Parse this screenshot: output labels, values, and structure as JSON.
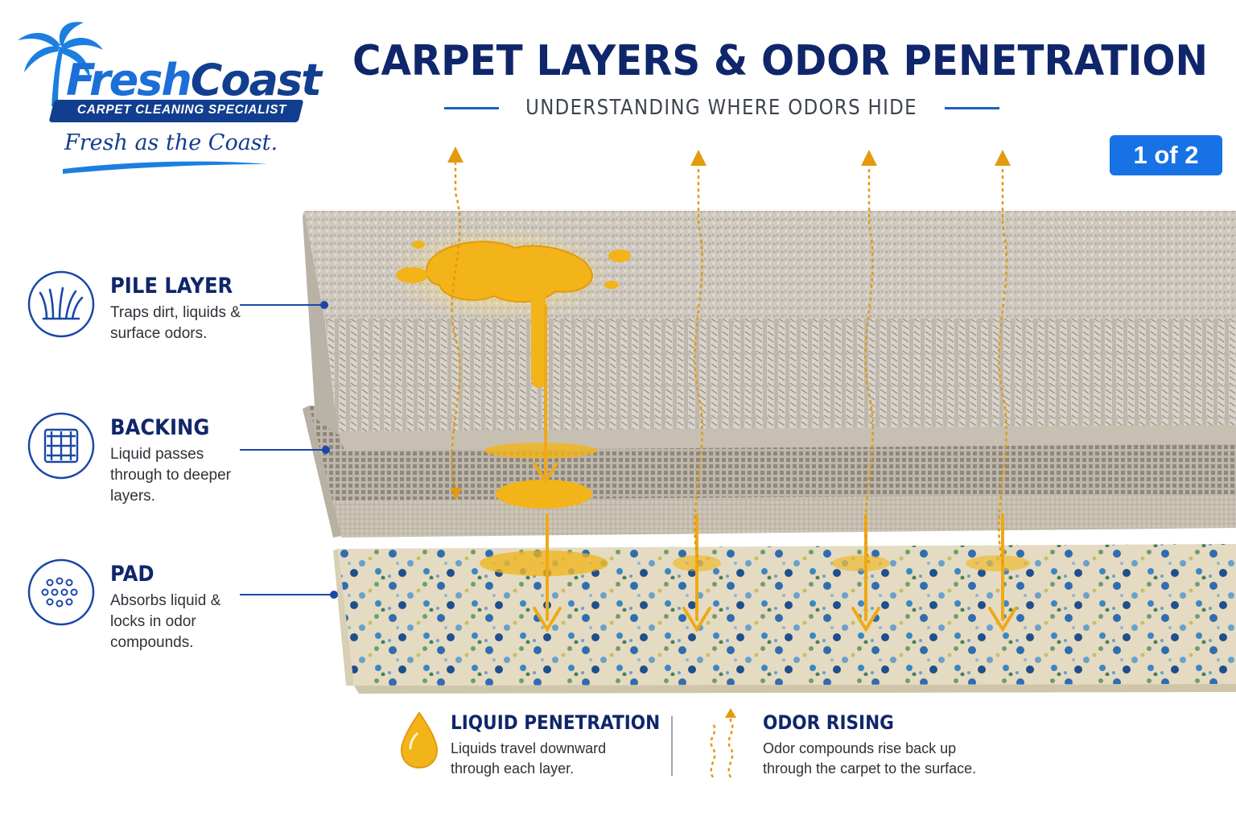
{
  "brand": {
    "name_part1": "Fresh",
    "name_part2": "Coast",
    "specialist": "CARPET CLEANING SPECIALIST",
    "tagline": "Fresh as the Coast."
  },
  "header": {
    "title": "CARPET LAYERS & ODOR PENETRATION",
    "subtitle": "UNDERSTANDING WHERE ODORS HIDE",
    "page_badge": "1 of 2"
  },
  "layers": [
    {
      "name": "PILE LAYER",
      "description": "Traps dirt, liquids & surface odors.",
      "icon": "grass-fibers-icon"
    },
    {
      "name": "BACKING",
      "description": "Liquid passes through to deeper layers.",
      "icon": "woven-grid-icon"
    },
    {
      "name": "PAD",
      "description": "Absorbs liquid & locks in odor compounds.",
      "icon": "foam-dots-icon"
    }
  ],
  "legend": [
    {
      "title": "LIQUID PENETRATION",
      "line1": "Liquids travel downward",
      "line2": "through each layer.",
      "icon": "droplet-icon"
    },
    {
      "title": "ODOR RISING",
      "line1": "Odor compounds rise back up",
      "line2": "through the carpet to the surface.",
      "icon": "wavy-arrow-up-icon"
    }
  ],
  "colors": {
    "navy": "#10266b",
    "brand_blue": "#1b6fd6",
    "badge_blue": "#1772e6",
    "liquid_gold": "#f2b418",
    "pile_gray": "#c9c3b9",
    "pad_cream": "#e9e0c6"
  }
}
